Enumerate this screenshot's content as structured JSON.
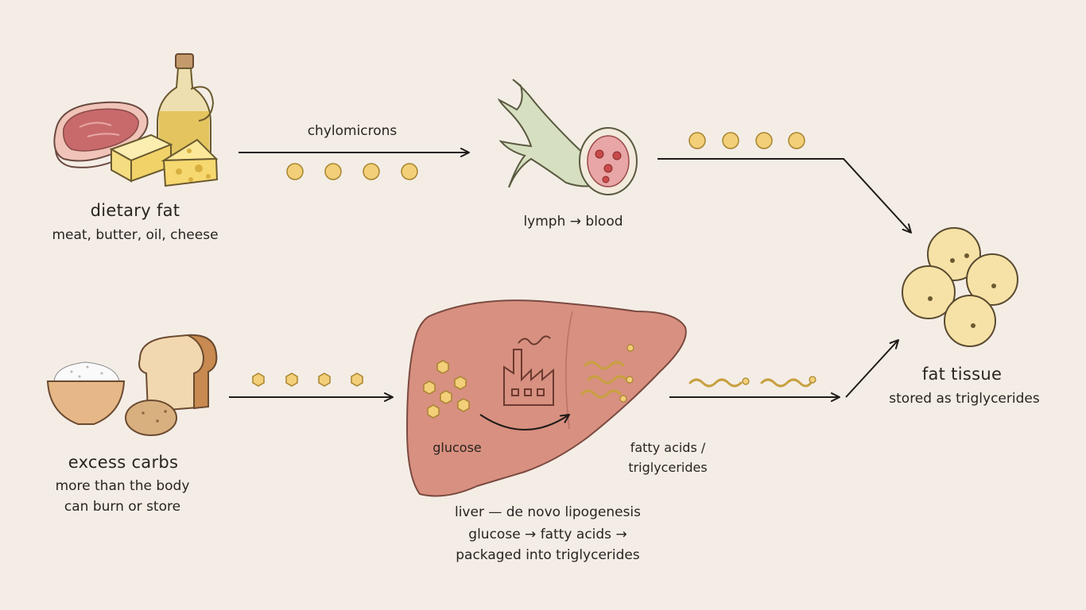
{
  "sources": {
    "dietary_fat": {
      "title": "dietary fat",
      "subtitle": "meat, butter, oil, cheese"
    },
    "excess_carbs": {
      "title": "excess carbs",
      "subtitle_line1": "more than the body",
      "subtitle_line2": "can burn or store"
    }
  },
  "top_path": {
    "arrow_label": "chylomicrons",
    "vessel_label": "lymph → blood"
  },
  "liver": {
    "glucose_label": "glucose",
    "product_label_line1": "fatty acids /",
    "product_label_line2": "triglycerides",
    "caption_title": "liver — de novo lipogenesis",
    "caption_line1": "glucose → fatty acids →",
    "caption_line2": "packaged into triglycerides"
  },
  "destination": {
    "title": "fat tissue",
    "subtitle": "stored as triglycerides"
  }
}
